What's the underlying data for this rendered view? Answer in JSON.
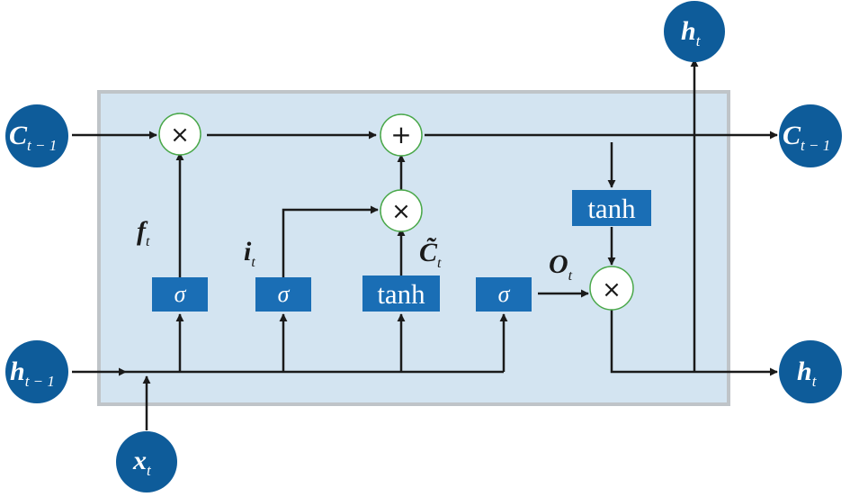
{
  "nodes": {
    "c_prev": {
      "main": "C",
      "sub": "t − 1"
    },
    "c_next": {
      "main": "C",
      "sub": "t − 1"
    },
    "h_prev": {
      "main": "h",
      "sub": "t − 1"
    },
    "h_out_right": {
      "main": "h",
      "sub": "t"
    },
    "h_out_top": {
      "main": "h",
      "sub": "t"
    },
    "x_in": {
      "main": "x",
      "sub": "t"
    }
  },
  "gates": {
    "forget": "σ",
    "input": "σ",
    "candidate": "tanh",
    "output": "σ",
    "cell_tanh": "tanh"
  },
  "operators": {
    "forget_mult": "×",
    "cell_add": "+",
    "input_mult": "×",
    "output_mult": "×"
  },
  "labels": {
    "f": {
      "main": "f",
      "sub": "t"
    },
    "i": {
      "main": "i",
      "sub": "t"
    },
    "c_tilde": {
      "main": "C̃",
      "sub": "t"
    },
    "o": {
      "main": "O",
      "sub": "t"
    }
  },
  "colors": {
    "cell_bg": "#d3e4f1",
    "cell_border": "#bfc4c8",
    "node_fill": "#0e5c9a",
    "gate_fill": "#1a6eb5",
    "op_stroke": "#4aa84a",
    "line": "#1a1a1a"
  }
}
